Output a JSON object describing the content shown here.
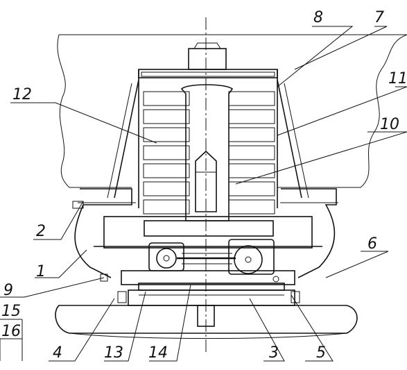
{
  "drawing": {
    "callouts": [
      "1",
      "2",
      "3",
      "4",
      "5",
      "6",
      "7",
      "8",
      "9",
      "10",
      "11",
      "12",
      "13",
      "14",
      "15",
      "16"
    ]
  },
  "colors": {
    "line": "#111111",
    "background": "#ffffff"
  }
}
